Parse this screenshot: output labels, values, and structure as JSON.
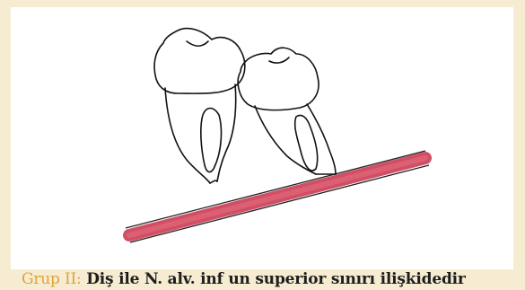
{
  "caption": {
    "label": "Grup II:",
    "text": "Diş ile N. alv. inf un superior sınırı ilişkidedir"
  },
  "colors": {
    "background": "#f6ecd2",
    "panel": "#ffffff",
    "label": "#e0a23a",
    "nerve": "#c8304a",
    "outline": "#111111"
  },
  "icons": {
    "tooth_left": "molar-tooth",
    "tooth_right": "molar-tooth",
    "nerve": "inferior-alveolar-nerve"
  }
}
